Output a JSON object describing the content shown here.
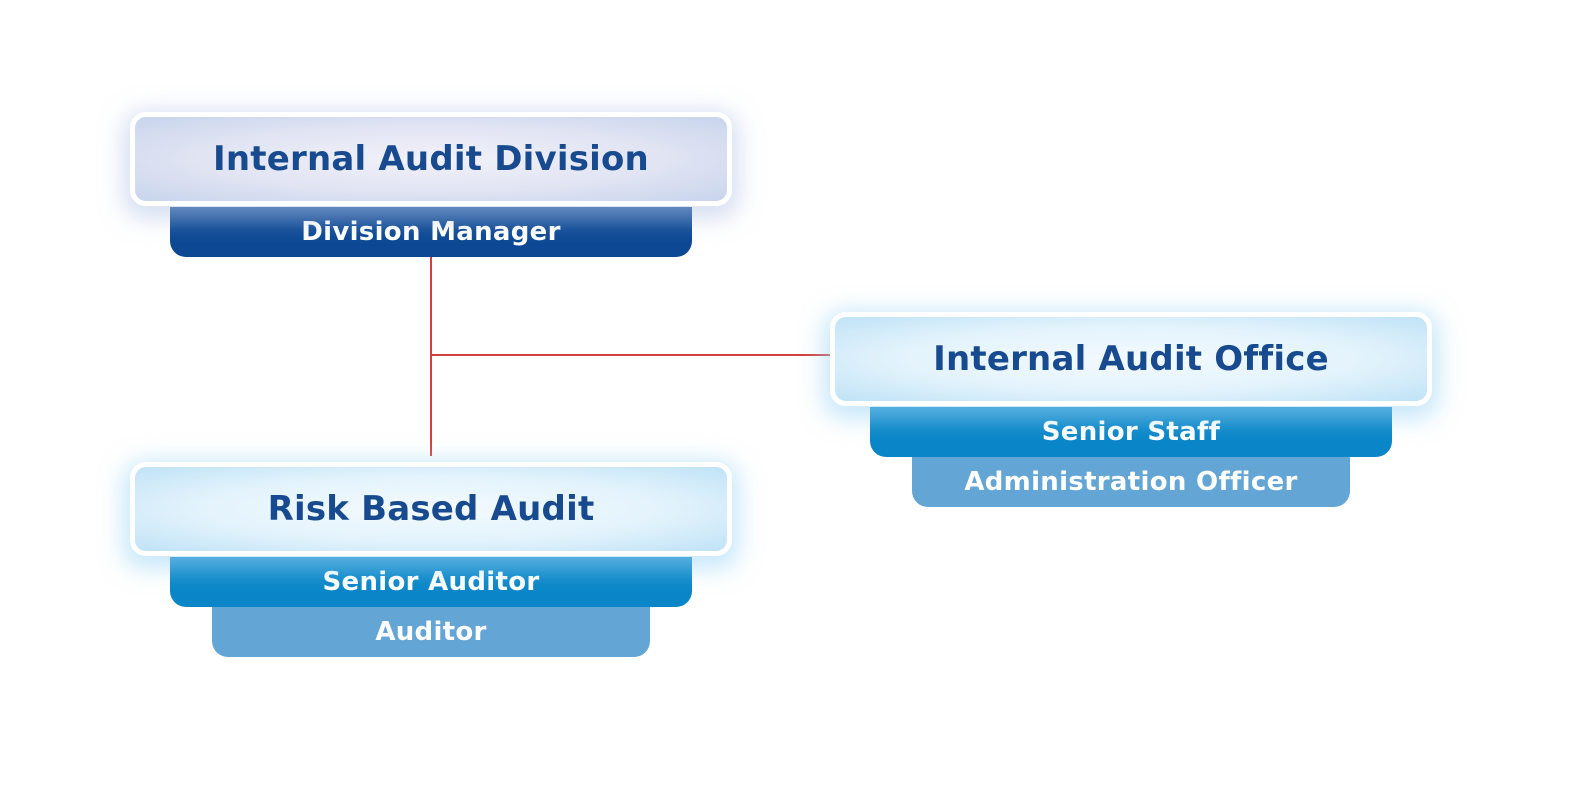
{
  "colors": {
    "connector": "#d0413f",
    "title_text": "#174a8e",
    "role_dark": "#0c4894",
    "role_mid": "#0a86c8",
    "role_light": "#63a6d5"
  },
  "nodes": {
    "division": {
      "title": "Internal Audit Division",
      "roles": [
        "Division Manager"
      ]
    },
    "office": {
      "title": "Internal Audit Office",
      "roles": [
        "Senior Staff",
        "Administration Officer"
      ]
    },
    "risk": {
      "title": "Risk Based Audit",
      "roles": [
        "Senior Auditor",
        "Auditor"
      ]
    }
  }
}
